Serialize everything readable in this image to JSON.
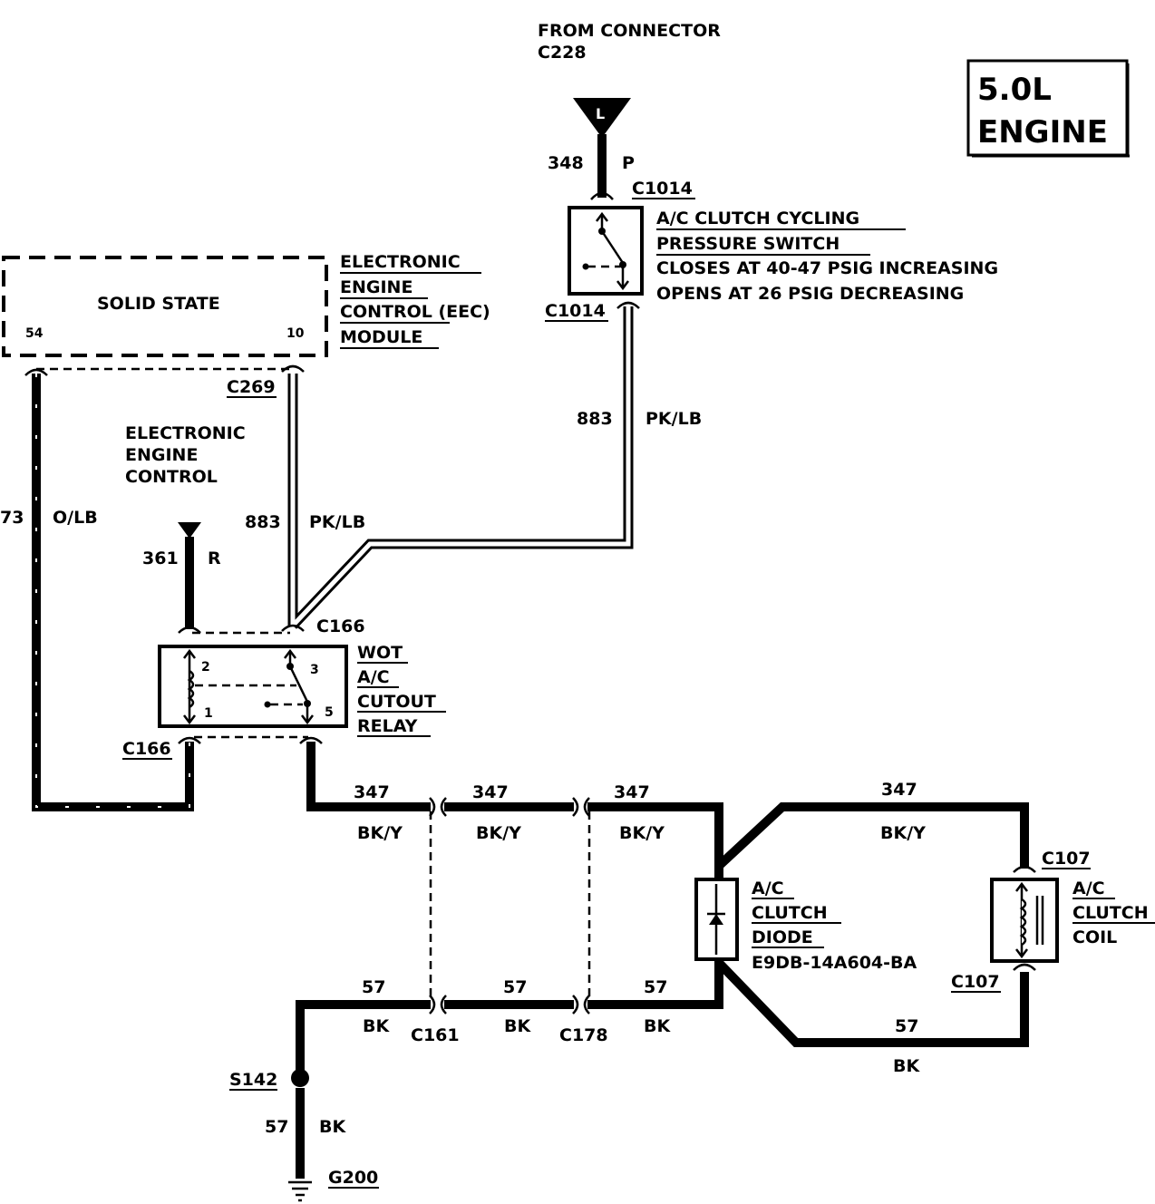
{
  "engine_box": {
    "line1": "5.0L",
    "line2": "ENGINE"
  },
  "from_connector": {
    "line1": "FROM CONNECTOR",
    "line2": "C228",
    "pin": "L"
  },
  "wire_348": {
    "circuit": "348",
    "color": "P"
  },
  "pressure_switch": {
    "connector_top": "C1014",
    "connector_bottom": "C1014",
    "name_line1": "A/C CLUTCH CYCLING",
    "name_line2": "PRESSURE SWITCH",
    "spec_line1": "CLOSES AT 40-47 PSIG INCREASING",
    "spec_line2": "OPENS AT 26 PSIG DECREASING"
  },
  "wire_883_right": {
    "circuit": "883",
    "color": "PK/LB"
  },
  "eec_module": {
    "inner_label": "SOLID STATE",
    "pin_left": "54",
    "pin_right": "10",
    "name_line1": "ELECTRONIC",
    "name_line2": "ENGINE",
    "name_line3": "CONTROL (EEC)",
    "name_line4": "MODULE",
    "connector": "C269"
  },
  "eec_side_label": {
    "line1": "ELECTRONIC",
    "line2": "ENGINE",
    "line3": "CONTROL"
  },
  "wire_73": {
    "circuit": "73",
    "color": "O/LB"
  },
  "wire_883_left": {
    "circuit": "883",
    "color": "PK/LB"
  },
  "wire_361": {
    "circuit": "361",
    "color": "R"
  },
  "relay": {
    "connector_top": "C166",
    "connector_bottom": "C166",
    "pin2": "2",
    "pin3": "3",
    "pin1": "1",
    "pin5": "5",
    "name_line1": "WOT",
    "name_line2": "A/C",
    "name_line3": "CUTOUT",
    "name_line4": "RELAY"
  },
  "wire_347": {
    "circuit": "347",
    "color": "BK/Y"
  },
  "wire_57": {
    "circuit": "57",
    "color": "BK"
  },
  "connectors": {
    "c161": "C161",
    "c178": "C178"
  },
  "diode": {
    "line1": "A/C",
    "line2": "CLUTCH",
    "line3": "DIODE",
    "part": "E9DB-14A604-BA"
  },
  "clutch_coil": {
    "connector_top": "C107",
    "connector_bottom": "C107",
    "line1": "A/C",
    "line2": "CLUTCH",
    "line3": "COIL"
  },
  "ground": {
    "splice": "S142",
    "ground": "G200"
  }
}
